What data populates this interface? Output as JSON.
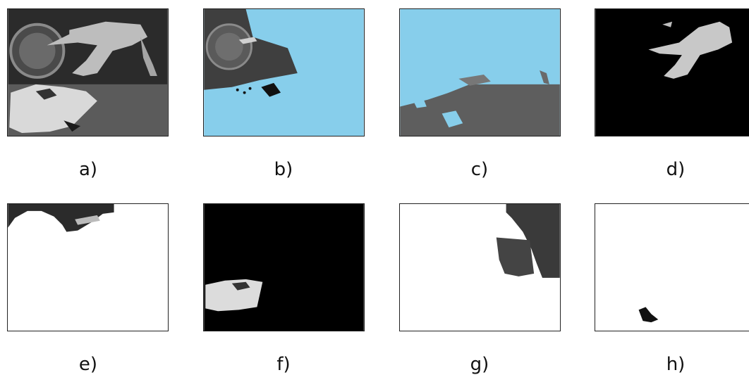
{
  "figure": {
    "panels": [
      {
        "label": "a)",
        "content": "original grayscale image"
      },
      {
        "label": "b)",
        "content": "background region with sky-blue mask"
      },
      {
        "label": "c)",
        "content": "lower region with sky-blue mask"
      },
      {
        "label": "d)",
        "content": "pitcher segment on black"
      },
      {
        "label": "e)",
        "content": "top-left region on white"
      },
      {
        "label": "f)",
        "content": "fielder segment on black"
      },
      {
        "label": "g)",
        "content": "top-right region on white"
      },
      {
        "label": "h)",
        "content": "small dark segment on white"
      }
    ],
    "colors": {
      "mask_blue": "#87ceeb",
      "gray_field": "#5a5a5a",
      "dark_bg": "#2a2a2a",
      "black": "#000000",
      "white": "#ffffff"
    }
  }
}
